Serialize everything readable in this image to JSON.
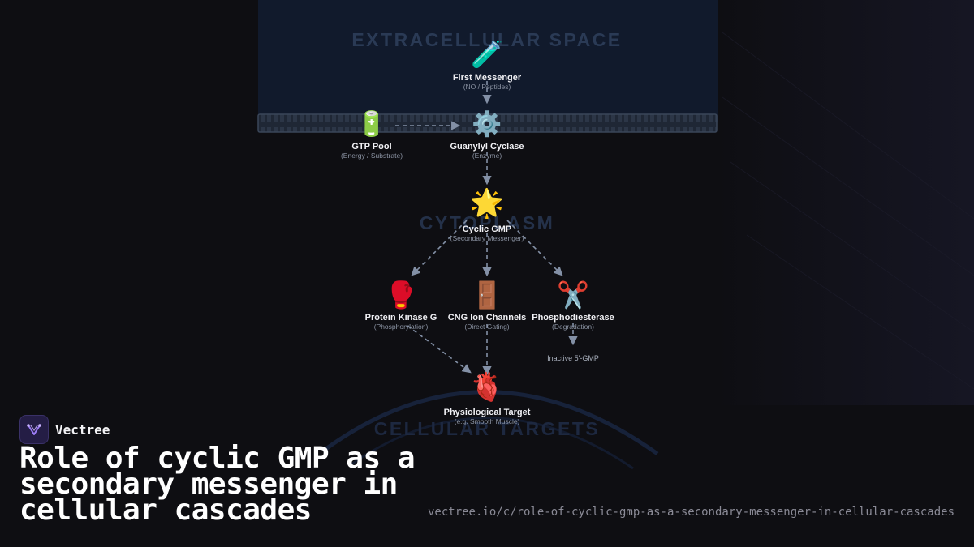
{
  "diagram": {
    "zones": {
      "extracellular": "EXTRACELLULAR SPACE",
      "cytoplasm": "CYTOPLASM",
      "targets": "CELLULAR TARGETS"
    },
    "nodes": [
      {
        "id": "first",
        "icon": "🧪",
        "icon_name": "test-tube-icon",
        "label": "First Messenger",
        "sublabel": "(NO / Peptides)"
      },
      {
        "id": "gtp",
        "icon": "🔋",
        "icon_name": "battery-icon",
        "label": "GTP Pool",
        "sublabel": "(Energy / Substrate)"
      },
      {
        "id": "gc",
        "icon": "⚙️",
        "icon_name": "gear-icon",
        "label": "Guanylyl Cyclase",
        "sublabel": "(Enzyme)"
      },
      {
        "id": "cgmp",
        "icon": "🌟",
        "icon_name": "star-icon",
        "label": "Cyclic GMP",
        "sublabel": "(Secondary Messenger)"
      },
      {
        "id": "pkg",
        "icon": "🥊",
        "icon_name": "boxing-glove-icon",
        "label": "Protein Kinase G",
        "sublabel": "(Phosphorylation)"
      },
      {
        "id": "cng",
        "icon": "🚪",
        "icon_name": "door-icon",
        "label": "CNG Ion Channels",
        "sublabel": "(Direct Gating)"
      },
      {
        "id": "pde",
        "icon": "✂️",
        "icon_name": "scissors-icon",
        "label": "Phosphodiesterase",
        "sublabel": "(Degradation)"
      },
      {
        "id": "target",
        "icon": "🫀",
        "icon_name": "anatomical-heart-icon",
        "label": "Physiological Target",
        "sublabel": "(e.g. Smooth Muscle)"
      }
    ],
    "inactive_label": "Inactive 5'-GMP",
    "colors": {
      "arrow": "#8390a6",
      "membrane": "#2a3445",
      "extracellular_bg": "#111a2c",
      "zone_text": "#2a3a55"
    }
  },
  "brand": {
    "name": "Vectree"
  },
  "title": "Role of cyclic GMP as a secondary messenger in cellular cascades",
  "url": "vectree.io/c/role-of-cyclic-gmp-as-a-secondary-messenger-in-cellular-cascades"
}
